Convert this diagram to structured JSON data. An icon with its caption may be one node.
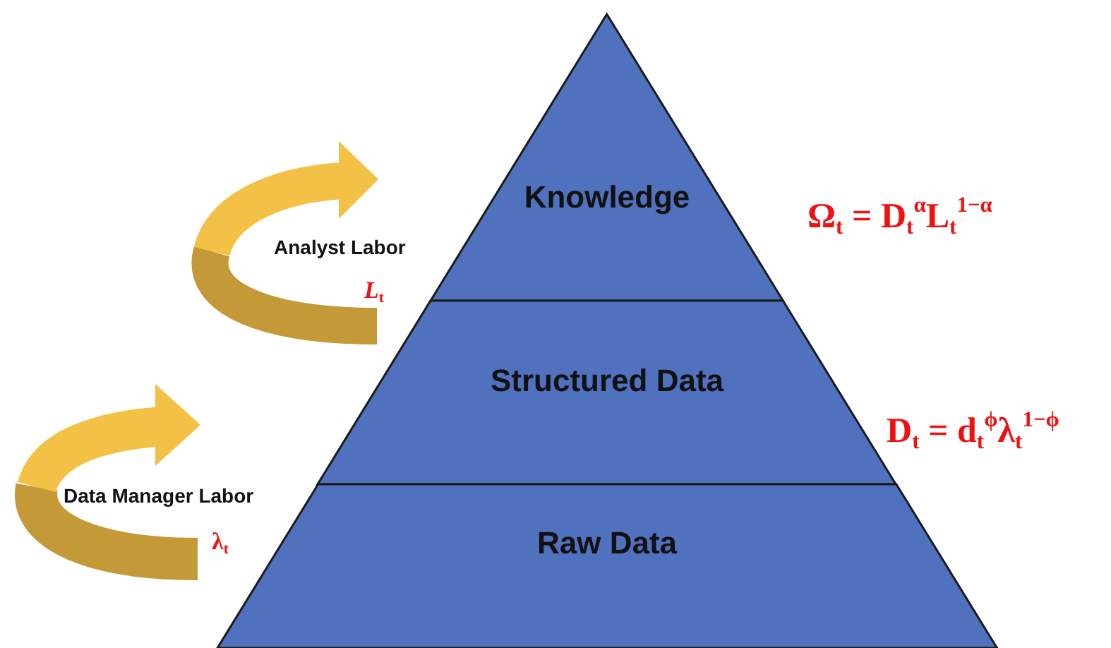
{
  "diagram": {
    "nodes": [
      {
        "text": [
          "Knowledge"
        ]
      },
      {
        "text": [
          "Structured Data"
        ]
      },
      {
        "text": [
          "Raw Data"
        ]
      }
    ],
    "labels": [
      "Analyst Labor",
      "*L*$_{t}$",
      "Ω$_{t}$ = D$_{t}$$^{α}$L$_{t}$$^{1−α}$",
      "Data Manager Labor",
      "λ$_{t}$",
      "D$_{t}$ = d$_{t}$$^{ϕ}$λ$_{t}$$^{1−ϕ}$"
    ]
  }
}
